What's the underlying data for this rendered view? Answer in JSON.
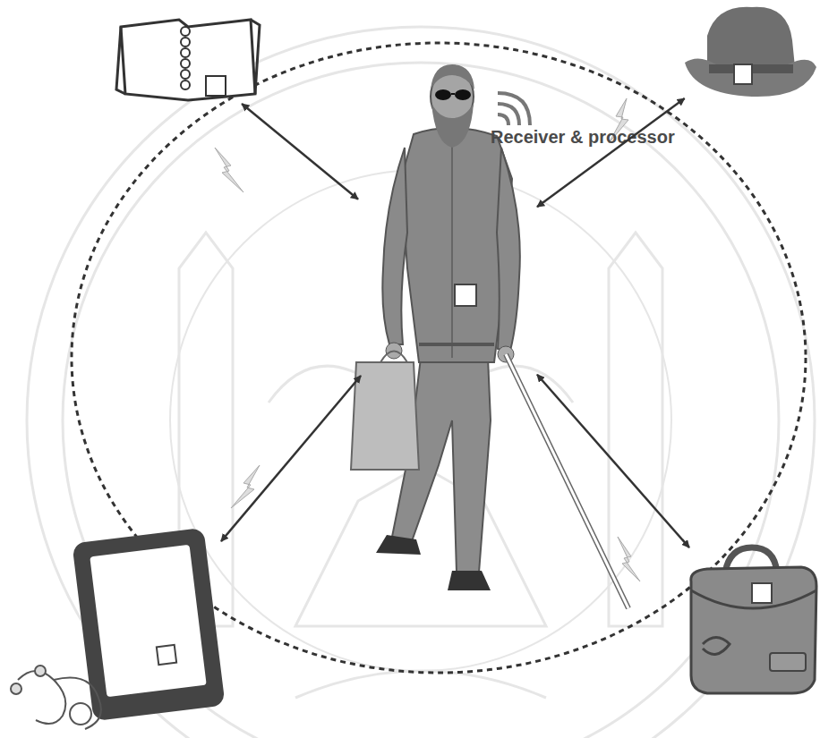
{
  "diagram": {
    "nodes": [
      {
        "text": [
          "Receiver & processor"
        ]
      },
      {
        "text": []
      },
      {
        "text": []
      },
      {
        "text": []
      },
      {
        "text": []
      }
    ],
    "edges": [
      {
        "from": 1,
        "to": 0,
        "arrow": "both"
      },
      {
        "from": 2,
        "to": 0,
        "arrow": "both"
      },
      {
        "from": 3,
        "to": 0,
        "arrow": "both"
      },
      {
        "from": 4,
        "to": 0,
        "arrow": "both"
      }
    ]
  }
}
